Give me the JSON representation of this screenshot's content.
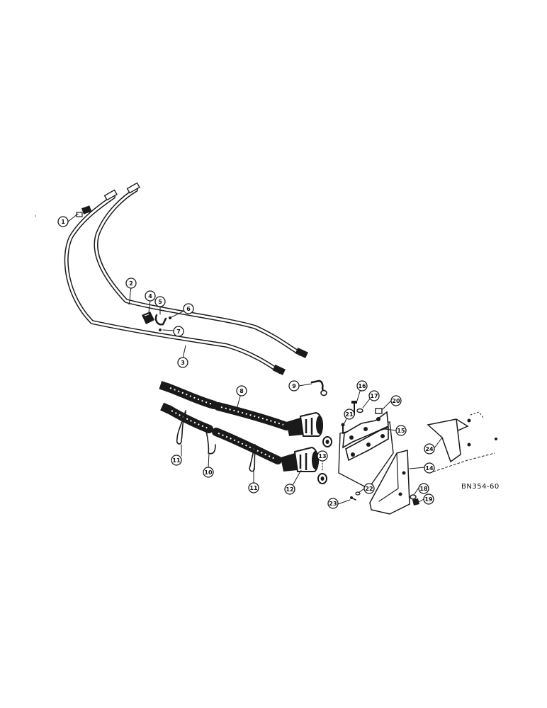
{
  "drawing_code": "BN354-60",
  "callouts": {
    "c1": "1",
    "c2": "2",
    "c3": "3",
    "c4": "4",
    "c5": "5",
    "c6": "6",
    "c7": "7",
    "c8": "8",
    "c9": "9",
    "c10": "10",
    "c11a": "11",
    "c11b": "11",
    "c12": "12",
    "c13": "13",
    "c14": "14",
    "c15": "15",
    "c16": "16",
    "c17": "17",
    "c18": "18",
    "c19": "19",
    "c20": "20",
    "c21": "21",
    "c22": "22",
    "c23": "23",
    "c24": "24"
  }
}
